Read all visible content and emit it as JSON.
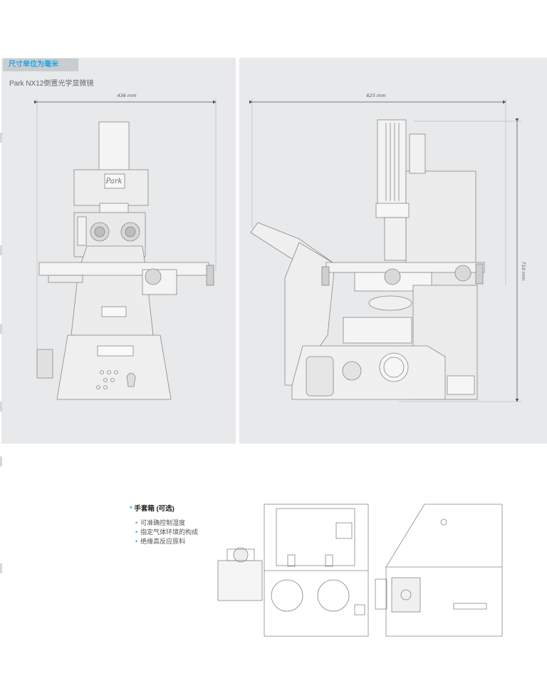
{
  "header": {
    "unit_tag": "尺寸单位为毫米",
    "product_title": "Park NX12倒置光学显微镜"
  },
  "dimensions": {
    "front_width": "436 mm",
    "side_width": "625 mm",
    "height": "710 mm"
  },
  "microscope": {
    "logo_text": "Park"
  },
  "glovebox": {
    "title_marker": "*",
    "title": "手套箱 (可选)",
    "features": [
      "可准确控制湿度",
      "指定气体环境的构成",
      "绝缘高反应原料"
    ]
  },
  "colors": {
    "accent": "#2aa6dc",
    "panel_bg": "#e8e9ea",
    "line": "#777777"
  }
}
